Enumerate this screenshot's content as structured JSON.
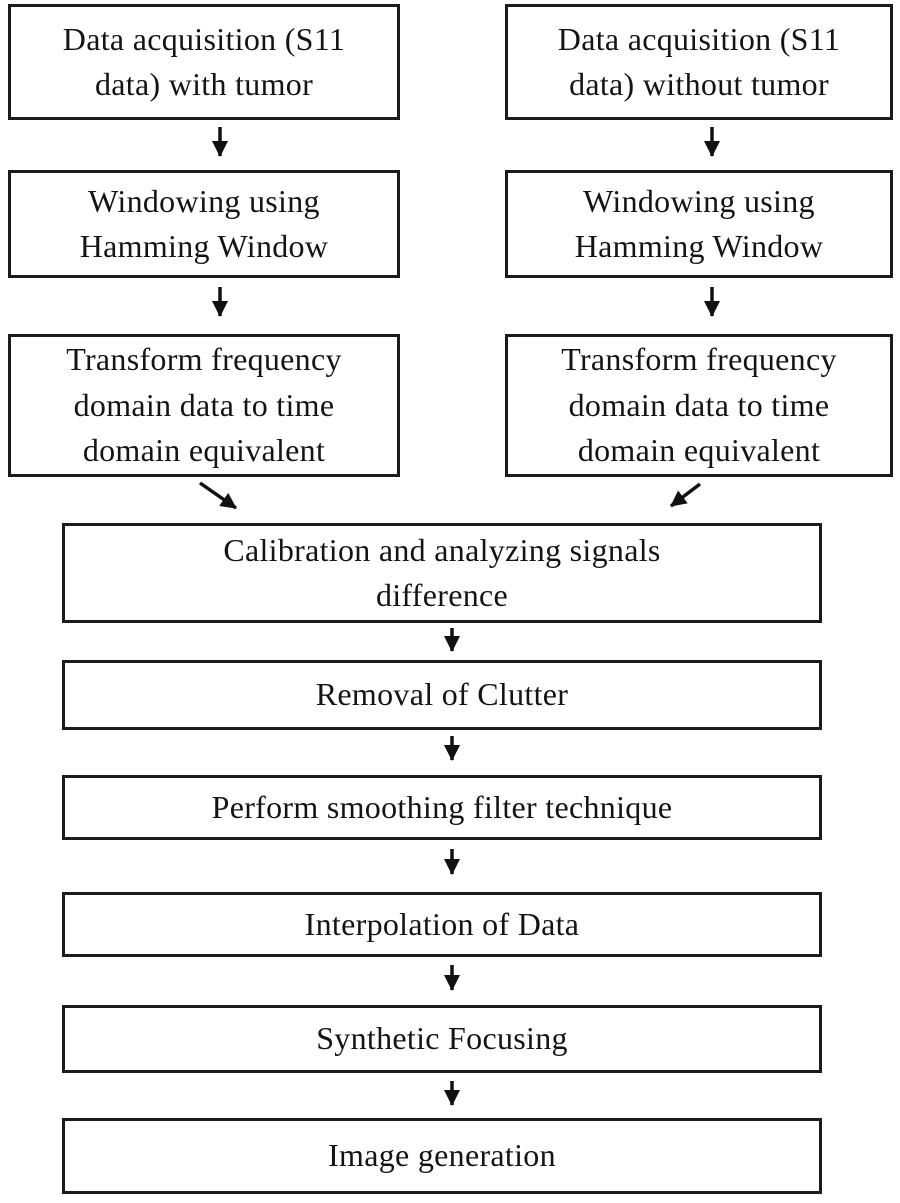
{
  "figure": {
    "type": "flowchart",
    "background_color": "#ffffff",
    "box_border_color": "#1b1b1b",
    "text_color": "#141414",
    "arrow_color": "#111111",
    "left_column": [
      {
        "label": "Data acquisition (S11\ndata) with tumor"
      },
      {
        "label": "Windowing using\nHamming Window"
      },
      {
        "label": "Transform frequency\ndomain data to time\ndomain equivalent"
      }
    ],
    "right_column": [
      {
        "label": "Data acquisition (S11\ndata) without tumor"
      },
      {
        "label": "Windowing using\nHamming Window"
      },
      {
        "label": "Transform frequency\ndomain data to time\ndomain equivalent"
      }
    ],
    "merged_steps": [
      {
        "label": "Calibration and analyzing signals\ndifference"
      },
      {
        "label": "Removal of Clutter"
      },
      {
        "label": "Perform smoothing filter technique"
      },
      {
        "label": "Interpolation of Data"
      },
      {
        "label": "Synthetic Focusing"
      },
      {
        "label": "Image generation"
      }
    ]
  }
}
